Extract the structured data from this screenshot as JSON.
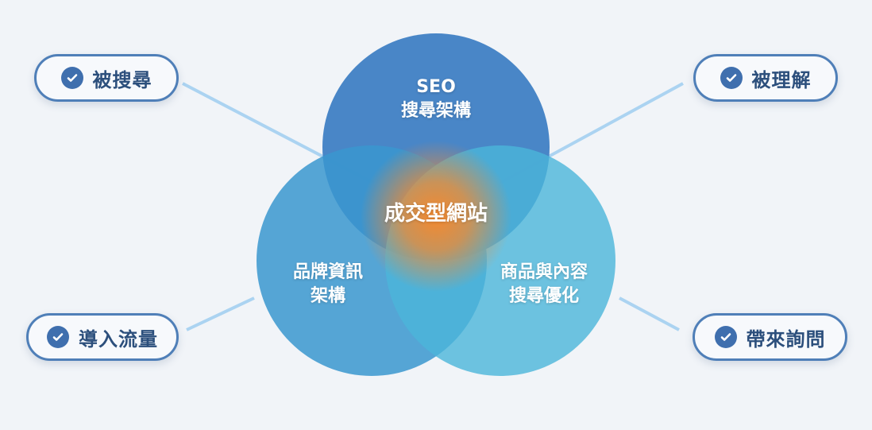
{
  "center_label": "成交型網站",
  "circles": [
    {
      "line1": "SEO",
      "line2": "搜尋架構",
      "color": "#3f7fc4"
    },
    {
      "line1": "品牌資訊",
      "line2": "架構",
      "color": "#3a97cf"
    },
    {
      "line1": "商品與內容",
      "line2": "搜尋優化",
      "color": "#4bb5d9"
    }
  ],
  "outcomes": [
    {
      "label": "被搜尋",
      "icon": "check-circle-icon"
    },
    {
      "label": "被理解",
      "icon": "check-circle-icon"
    },
    {
      "label": "導入流量",
      "icon": "check-circle-icon"
    },
    {
      "label": "帶來詢問",
      "icon": "check-circle-icon"
    }
  ],
  "colors": {
    "accent_orange": "#f5892e",
    "pill_border": "#4f7fb8",
    "pill_text": "#2c4f7c"
  }
}
